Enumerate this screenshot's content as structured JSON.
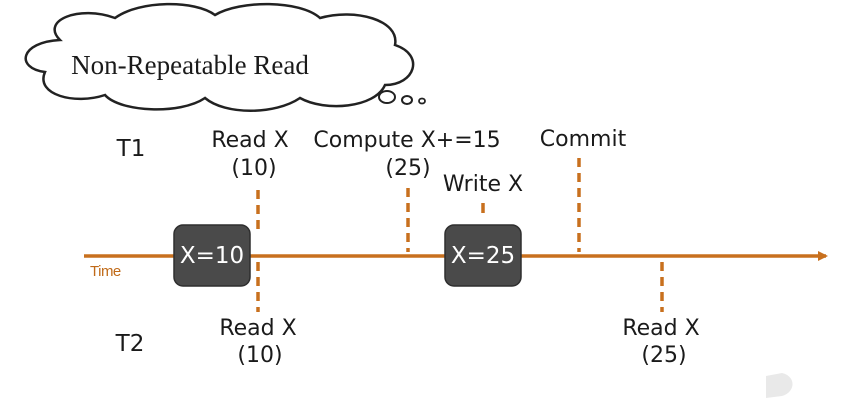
{
  "title": "Non-Repeatable Read",
  "time_label": "Time",
  "colors": {
    "timeline": "#c8701e",
    "value_box": "#4a4a4a",
    "text": "#1a1a1a"
  },
  "t1": {
    "label": "T1",
    "read": {
      "line1": "Read X",
      "line2": "(10)"
    },
    "compute": {
      "line1": "Compute X+=15",
      "line2": "(25)"
    },
    "write": "Write X",
    "commit": "Commit"
  },
  "t2": {
    "label": "T2",
    "read1": {
      "line1": "Read X",
      "line2": "(10)"
    },
    "read2": {
      "line1": "Read X",
      "line2": "(25)"
    }
  },
  "boxes": {
    "first": "X=10",
    "second": "X=25"
  }
}
